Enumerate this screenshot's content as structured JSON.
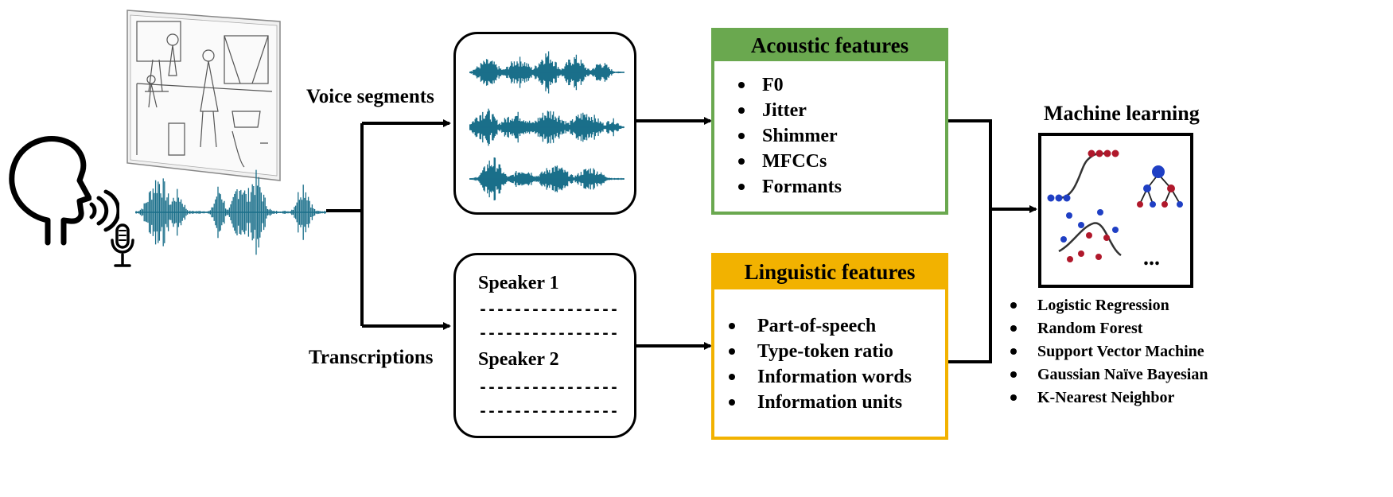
{
  "labels": {
    "voice_segments": "Voice segments",
    "transcriptions": "Transcriptions",
    "machine_learning": "Machine learning"
  },
  "acoustic": {
    "title": "Acoustic features",
    "color": "#6aa84f",
    "items": [
      "F0",
      "Jitter",
      "Shimmer",
      "MFCCs",
      "Formants"
    ]
  },
  "linguistic": {
    "title": "Linguistic features",
    "color": "#f2b200",
    "items": [
      "Part-of-speech",
      "Type-token ratio",
      "Information words",
      "Information units"
    ]
  },
  "transcript": {
    "speaker1": "Speaker 1",
    "speaker2": "Speaker 2"
  },
  "ml_models": [
    "Logistic Regression",
    "Random Forest",
    "Support Vector Machine",
    "Gaussian Naïve Bayesian",
    "K-Nearest Neighbor"
  ],
  "ml_ellipsis": "...",
  "waveform_color": "#1a6f8a",
  "icons": [
    "speaking-head-icon",
    "microphone-icon",
    "sound-waves-icon",
    "picture-card-icon"
  ]
}
